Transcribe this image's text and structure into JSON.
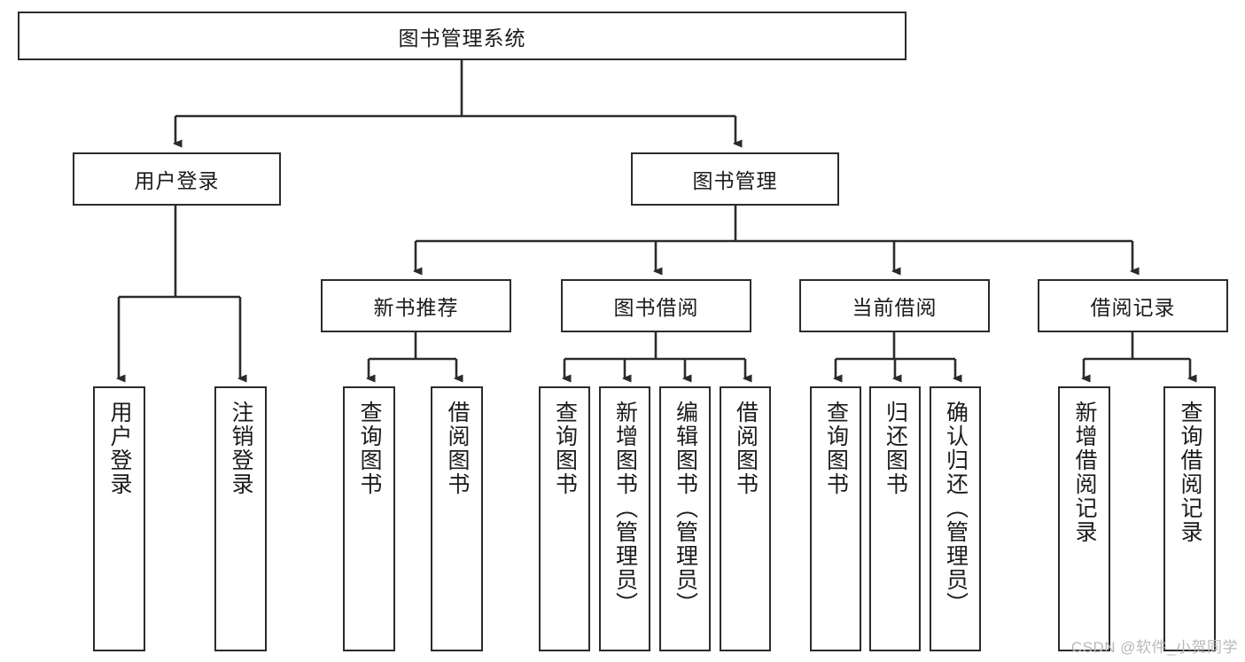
{
  "diagram": {
    "title": "图书管理系统",
    "type": "tree-hierarchy",
    "root": {
      "label": "图书管理系统"
    },
    "level2": [
      {
        "label": "用户登录"
      },
      {
        "label": "图书管理"
      }
    ],
    "level3": [
      {
        "label": "新书推荐"
      },
      {
        "label": "图书借阅"
      },
      {
        "label": "当前借阅"
      },
      {
        "label": "借阅记录"
      }
    ],
    "leaves": {
      "user_login": [
        {
          "label": "用户登录"
        },
        {
          "label": "注销登录"
        }
      ],
      "new_book_recommend": [
        {
          "label": "查询图书"
        },
        {
          "label": "借阅图书"
        }
      ],
      "book_borrow": [
        {
          "label": "查询图书"
        },
        {
          "label": "新增图书（管理员）"
        },
        {
          "label": "编辑图书（管理员）"
        },
        {
          "label": "借阅图书"
        }
      ],
      "current_borrow": [
        {
          "label": "查询图书"
        },
        {
          "label": "归还图书"
        },
        {
          "label": "确认归还（管理员）"
        }
      ],
      "borrow_record": [
        {
          "label": "新增借阅记录"
        },
        {
          "label": "查询借阅记录"
        }
      ]
    }
  },
  "watermark": {
    "text": "CSDN @软件_小贺同学"
  },
  "colors": {
    "border": "#2b2b2b",
    "background": "#ffffff",
    "text": "#1b1b1b",
    "watermark": "#b9b9b9"
  }
}
